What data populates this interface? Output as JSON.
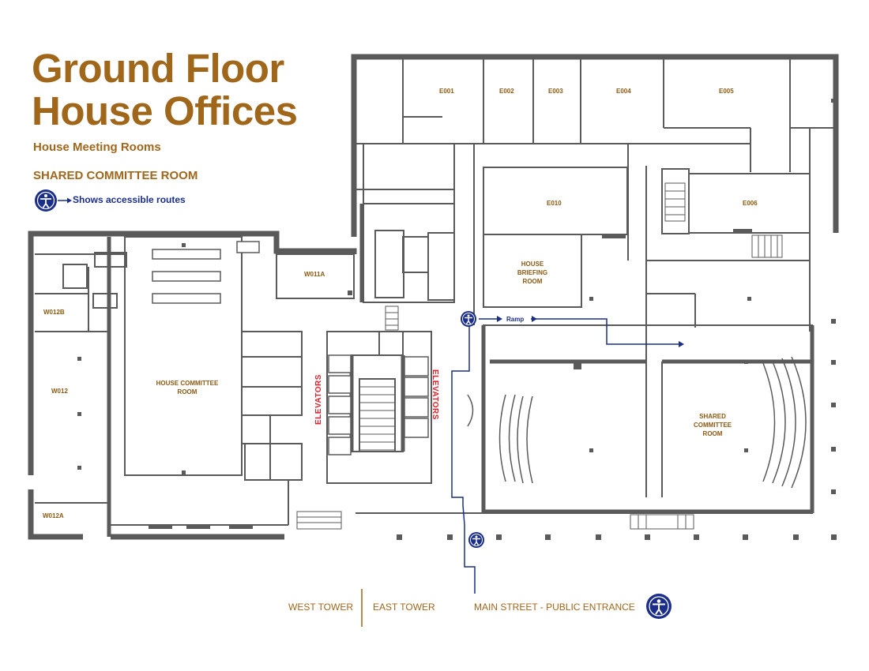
{
  "header": {
    "title_line1": "Ground Floor",
    "title_line2": "House Offices",
    "subtitle": "House Meeting Rooms",
    "shared_room_heading": "SHARED COMMITTEE ROOM",
    "legend_text": "Shows accessible routes"
  },
  "rooms": {
    "e001": "E001",
    "e002": "E002",
    "e003": "E003",
    "e004": "E004",
    "e005": "E005",
    "e006": "E006",
    "e010": "E010",
    "w011a": "W011A",
    "w012b": "W012B",
    "w012": "W012",
    "w012a": "W012A",
    "house_committee_1": "HOUSE COMMITTEE",
    "house_committee_2": "ROOM",
    "house_briefing_1": "HOUSE",
    "house_briefing_2": "BRIEFING",
    "house_briefing_3": "ROOM",
    "shared_committee_1": "SHARED",
    "shared_committee_2": "COMMITTEE",
    "shared_committee_3": "ROOM"
  },
  "labels": {
    "elevators_left": "ELEVATORS",
    "elevators_right": "ELEVATORS",
    "ramp": "Ramp"
  },
  "footer": {
    "west_tower": "WEST TOWER",
    "east_tower": "EAST TOWER",
    "main_entrance": "MAIN STREET - PUBLIC ENTRANCE"
  },
  "colors": {
    "title": "#a0671b",
    "wall": "#5a5a5a",
    "accessible_route": "#1a2e8a",
    "elevator_label": "#e0202a"
  },
  "icons": [
    "accessibility-icon"
  ]
}
